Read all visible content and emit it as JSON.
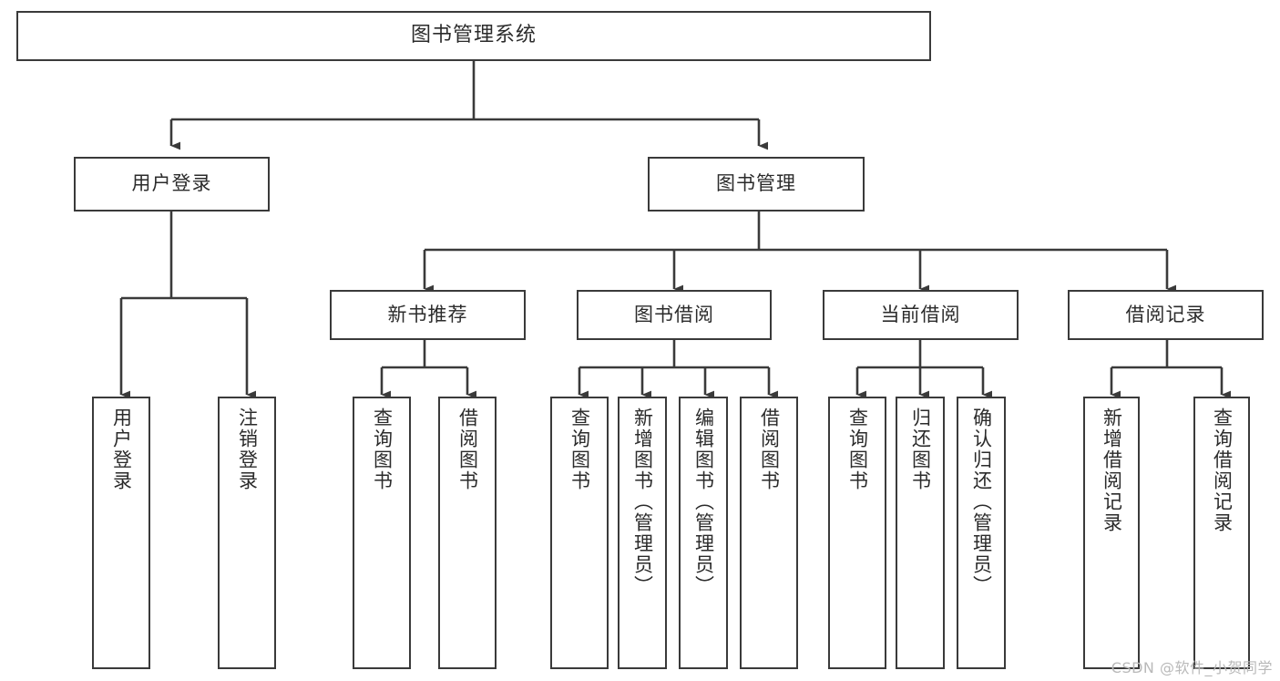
{
  "diagram": {
    "title": "图书管理系统",
    "type": "hierarchy-tree",
    "watermark": "CSDN @软件_小贺同学",
    "colors": {
      "background": "#ffffff",
      "box_border": "#3a3a3a",
      "box_fill": "#ffffff",
      "text": "#2b2b2b",
      "edge": "#3a3a3a",
      "watermark": "#b9b9b9"
    },
    "nodes": {
      "root": {
        "label": "图书管理系统",
        "level": 0
      },
      "level1": [
        {
          "id": "user-login",
          "label": "用户登录"
        },
        {
          "id": "book-manage",
          "label": "图书管理"
        }
      ],
      "level2": [
        {
          "id": "new-book-recommend",
          "label": "新书推荐",
          "parent": "book-manage"
        },
        {
          "id": "book-borrow",
          "label": "图书借阅",
          "parent": "book-manage"
        },
        {
          "id": "current-borrow",
          "label": "当前借阅",
          "parent": "book-manage"
        },
        {
          "id": "borrow-record",
          "label": "借阅记录",
          "parent": "book-manage"
        }
      ],
      "leaves": [
        {
          "id": "leaf-user-login",
          "label": "用户登录",
          "parent": "user-login"
        },
        {
          "id": "leaf-logout",
          "label": "注销登录",
          "parent": "user-login"
        },
        {
          "id": "leaf-query-book-1",
          "label": "查询图书",
          "parent": "new-book-recommend"
        },
        {
          "id": "leaf-borrow-book-1",
          "label": "借阅图书",
          "parent": "new-book-recommend"
        },
        {
          "id": "leaf-query-book-2",
          "label": "查询图书",
          "parent": "book-borrow"
        },
        {
          "id": "leaf-add-book",
          "label": "新增图书（管理员）",
          "parent": "book-borrow"
        },
        {
          "id": "leaf-edit-book",
          "label": "编辑图书（管理员）",
          "parent": "book-borrow"
        },
        {
          "id": "leaf-borrow-book-2",
          "label": "借阅图书",
          "parent": "book-borrow"
        },
        {
          "id": "leaf-query-book-3",
          "label": "查询图书",
          "parent": "current-borrow"
        },
        {
          "id": "leaf-return-book",
          "label": "归还图书",
          "parent": "current-borrow"
        },
        {
          "id": "leaf-confirm-return",
          "label": "确认归还（管理员）",
          "parent": "current-borrow"
        },
        {
          "id": "leaf-add-record",
          "label": "新增借阅记录",
          "parent": "borrow-record"
        },
        {
          "id": "leaf-query-record",
          "label": "查询借阅记录",
          "parent": "borrow-record"
        }
      ]
    }
  }
}
